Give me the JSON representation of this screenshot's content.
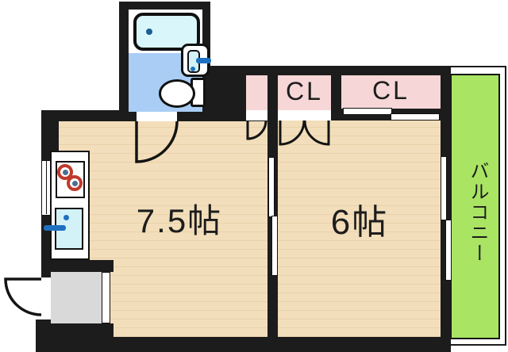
{
  "plan": {
    "type": "apartment-floor-plan",
    "labels": {
      "room_main": "7.5帖",
      "room_second": "6帖",
      "closet_left": "CL",
      "closet_right": "CL",
      "balcony": "バルコニー"
    },
    "fixtures": [
      "bathtub",
      "bath-wash-basin",
      "toilet",
      "gas-stove-two-burners",
      "kitchen-sink",
      "entrance-step",
      "hinged-doors",
      "sliding-doors",
      "windows"
    ],
    "colors": {
      "wall": "#1c1c1c",
      "wood_floor": "#f2deba",
      "wood_floor_stripe": "#e8d2ab",
      "closet_pink": "#f6d6d6",
      "balcony_green": "#a9e463",
      "bath_floor_blue": "#a9cdf5",
      "bathtub_cyan": "#d9f6fa",
      "sink_cyan": "#d2f2f8",
      "entrance_gray": "#d9d9d9",
      "burner_red": "#c0392b",
      "faucet_blue": "#1f71c0"
    }
  }
}
